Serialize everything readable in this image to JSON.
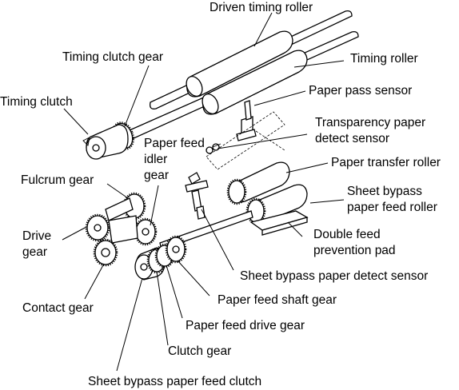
{
  "labels": {
    "driven_timing_roller": "Driven timing roller",
    "timing_roller": "Timing roller",
    "timing_clutch_gear": "Timing clutch gear",
    "timing_clutch": "Timing clutch",
    "paper_pass_sensor": "Paper pass sensor",
    "transparency_line1": "Transparency paper",
    "transparency_line2": "detect sensor",
    "paper_feed_idler_line1": "Paper feed",
    "paper_feed_idler_line2": "idler",
    "paper_feed_idler_line3": "gear",
    "fulcrum_gear": "Fulcrum gear",
    "paper_transfer_roller": "Paper transfer roller",
    "sheet_bypass_roller_line1": "Sheet bypass",
    "sheet_bypass_roller_line2": "paper feed roller",
    "drive_gear_line1": "Drive",
    "drive_gear_line2": "gear",
    "double_feed_line1": "Double feed",
    "double_feed_line2": "prevention pad",
    "sheet_bypass_detect_sensor": "Sheet bypass paper detect sensor",
    "contact_gear": "Contact gear",
    "paper_feed_shaft_gear": "Paper feed shaft gear",
    "paper_feed_drive_gear": "Paper feed drive gear",
    "clutch_gear": "Clutch gear",
    "sheet_bypass_clutch": "Sheet bypass paper feed clutch"
  }
}
